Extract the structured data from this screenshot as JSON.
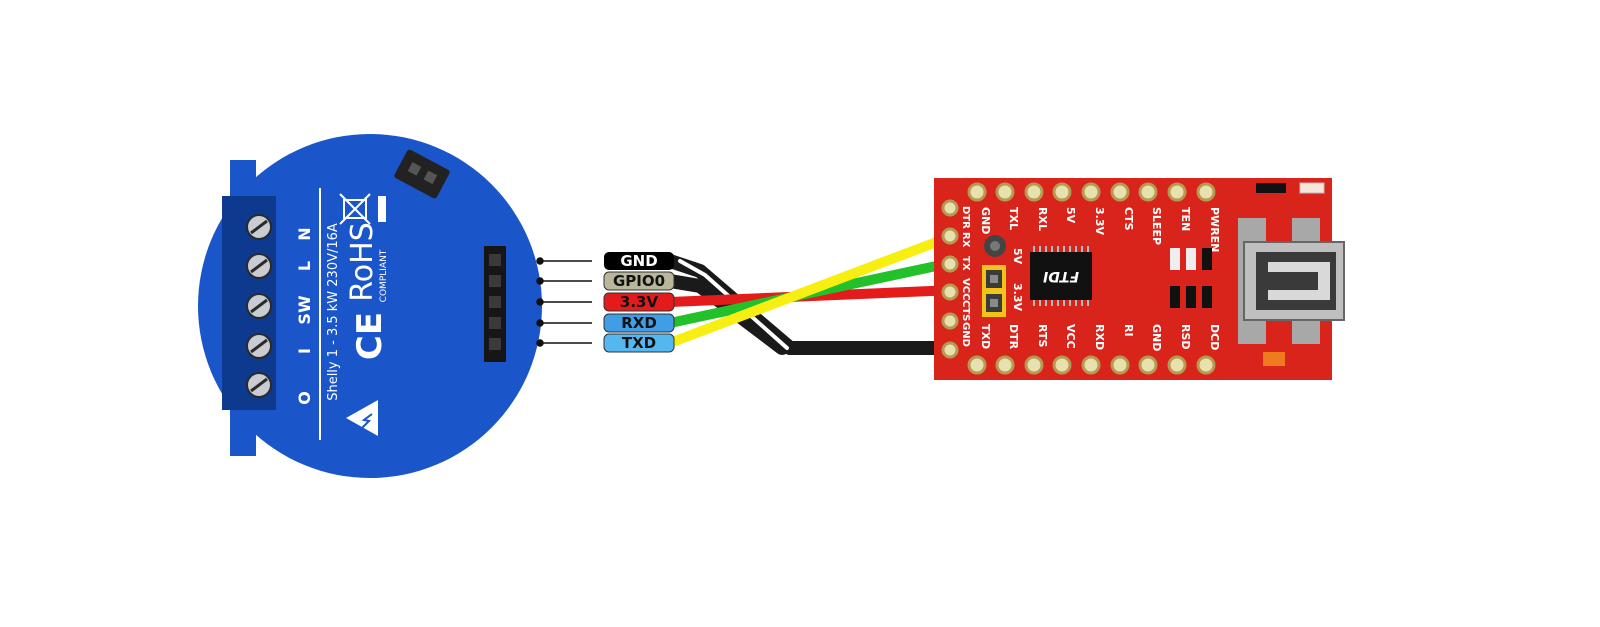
{
  "colors": {
    "shelly_body": "#1a56c9",
    "shelly_dark": "#0d3a8f",
    "ftdi_board": "#d9241b",
    "wire_gnd": "#000000",
    "wire_gpio0": "#000000",
    "wire_3v3": "#e31b1b",
    "wire_rxd": "#22c12a",
    "wire_txd": "#f7ef12",
    "label_gnd": "#000000",
    "label_gpio0": "#b9b69c",
    "label_3v3": "#e31b1b",
    "label_rxd": "#3f9ee6",
    "label_txd": "#55b7f0"
  },
  "shelly": {
    "terminals": [
      "O",
      "I",
      "SW",
      "L",
      "N"
    ],
    "rating": "Shelly 1 - 3.5 kW 230V/16A",
    "rohs": "RoHS",
    "compliant": "COMPLIANT",
    "ce": "CE",
    "icons": [
      "warning-icon",
      "weee-bin-icon"
    ]
  },
  "pin_labels": [
    "GND",
    "GPIO0",
    "3.3V",
    "RXD",
    "TXD"
  ],
  "ftdi": {
    "chip": "FTDI",
    "top_labels": [
      "GND",
      "TXL",
      "RXL",
      "5V",
      "3.3V",
      "CTS",
      "SLEEP",
      "TEN",
      "PWREN"
    ],
    "bottom_labels": [
      "TXD",
      "DTR",
      "RTS",
      "VCC",
      "RXD",
      "RI",
      "GND",
      "RSD",
      "DCD"
    ],
    "side_labels": [
      "DTR",
      "RX",
      "TX",
      "VCC",
      "CTS",
      "GND"
    ],
    "jumper_labels": [
      "5V",
      "3.3V"
    ]
  }
}
